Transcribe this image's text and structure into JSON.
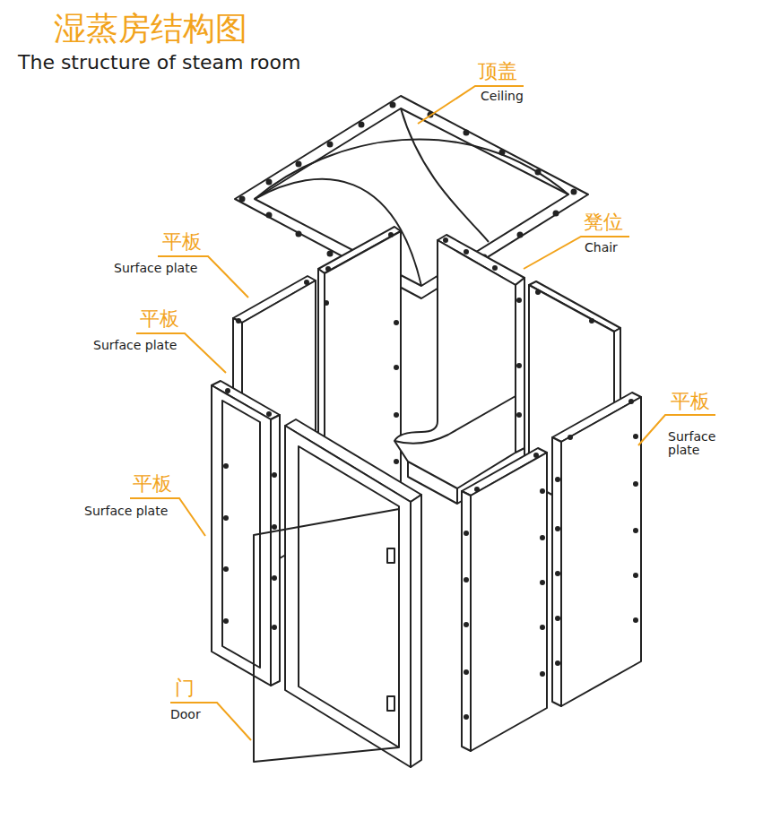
{
  "diagram": {
    "title": "湿蒸房结构图",
    "labels": [
      "The structure of steam room",
      "顶盖",
      "Ceiling",
      "凳位",
      "Chair",
      "平板",
      "Surface plate",
      "平板",
      "Surface plate",
      "平板",
      "Surface plate",
      "平板",
      "Surface plate",
      "门",
      "Door"
    ]
  }
}
